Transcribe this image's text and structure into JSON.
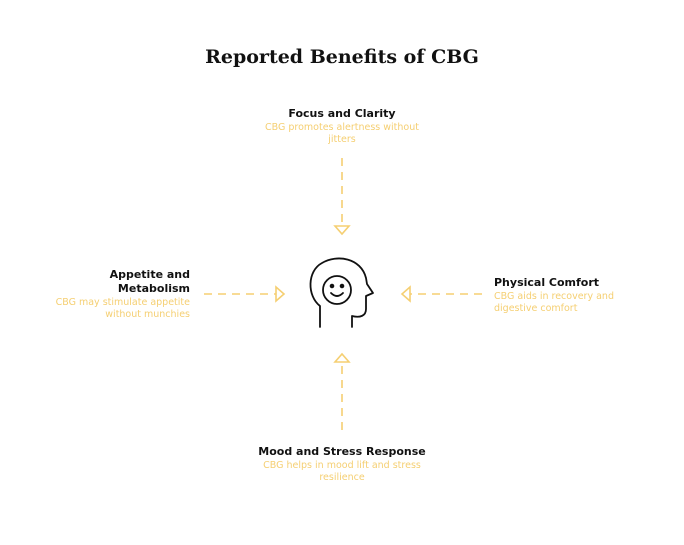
{
  "title": "Reported Benefits of CBG",
  "nodes": {
    "top": {
      "heading": "Focus and Clarity",
      "description": "CBG promotes alertness without jitters"
    },
    "right": {
      "heading": "Physical Comfort",
      "description": "CBG aids in recovery and digestive comfort"
    },
    "bottom": {
      "heading": "Mood and Stress Response",
      "description": "CBG helps in mood lift and stress resilience"
    },
    "left": {
      "heading": "Appetite and Metabolism",
      "description": "CBG may stimulate appetite without munchies"
    }
  },
  "colors": {
    "arrow": "#f5cf72",
    "text": "#111111",
    "icon": "#111111"
  },
  "center_icon": "head-smile-icon"
}
